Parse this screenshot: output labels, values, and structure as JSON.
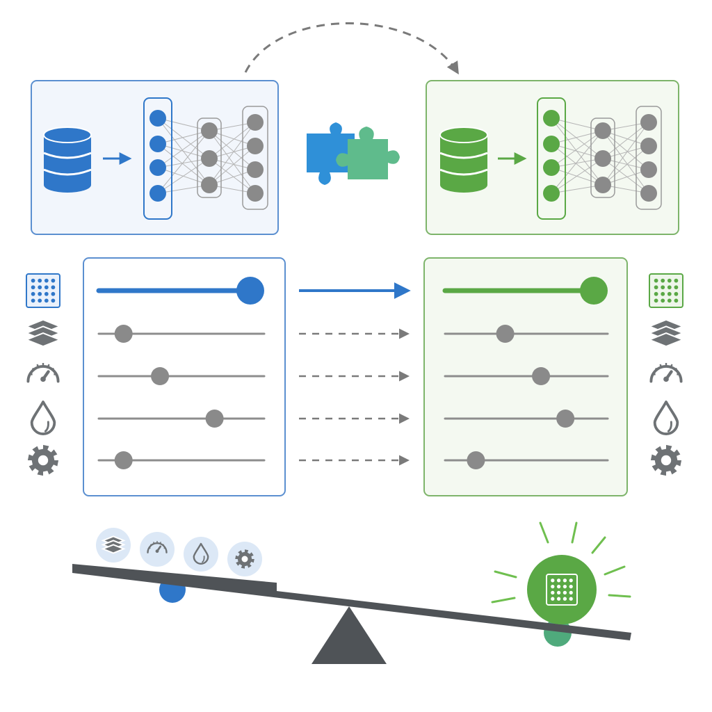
{
  "colors": {
    "source_accent": "#2f77c9",
    "source_fill": "#f2f6fc",
    "source_border": "#5b8fd0",
    "target_accent": "#5aa845",
    "target_fill": "#f4f9f1",
    "target_border": "#7db46a",
    "neutral_node": "#8a8a8a",
    "neutral_line": "#8d8d8d",
    "icon_gray": "#6e7275",
    "beam": "#4f5357",
    "puzzle_blue": "#2f90d8",
    "puzzle_green": "#5fbb8c",
    "bubble_bg": "#dce8f6",
    "counter_green": "#4faa7c"
  },
  "diagram": {
    "source_model": {
      "icon": "database-icon",
      "network_layers": [
        4,
        3,
        4
      ],
      "input_layer_color": "source_accent"
    },
    "target_model": {
      "icon": "database-icon",
      "network_layers": [
        4,
        3,
        4
      ],
      "input_layer_color": "target_accent"
    },
    "transfer_icon": "puzzle-pieces-icon",
    "transfer_arrow": "dashed-curved-arrow",
    "parameter_icons": [
      "grid-icon",
      "layers-icon",
      "gauge-icon",
      "drop-icon",
      "gear-icon"
    ],
    "source_sliders": [
      1.0,
      0.15,
      0.37,
      0.7,
      0.15
    ],
    "target_sliders": [
      1.0,
      0.37,
      0.59,
      0.74,
      0.19
    ],
    "slider_transfer_arrows": [
      "solid",
      "dashed",
      "dashed",
      "dashed",
      "dashed"
    ],
    "balance": {
      "left_weights": [
        "layers-icon",
        "gauge-icon",
        "drop-icon",
        "gear-icon"
      ],
      "right_weight": "grid-icon",
      "right_side_heavier": true
    }
  }
}
